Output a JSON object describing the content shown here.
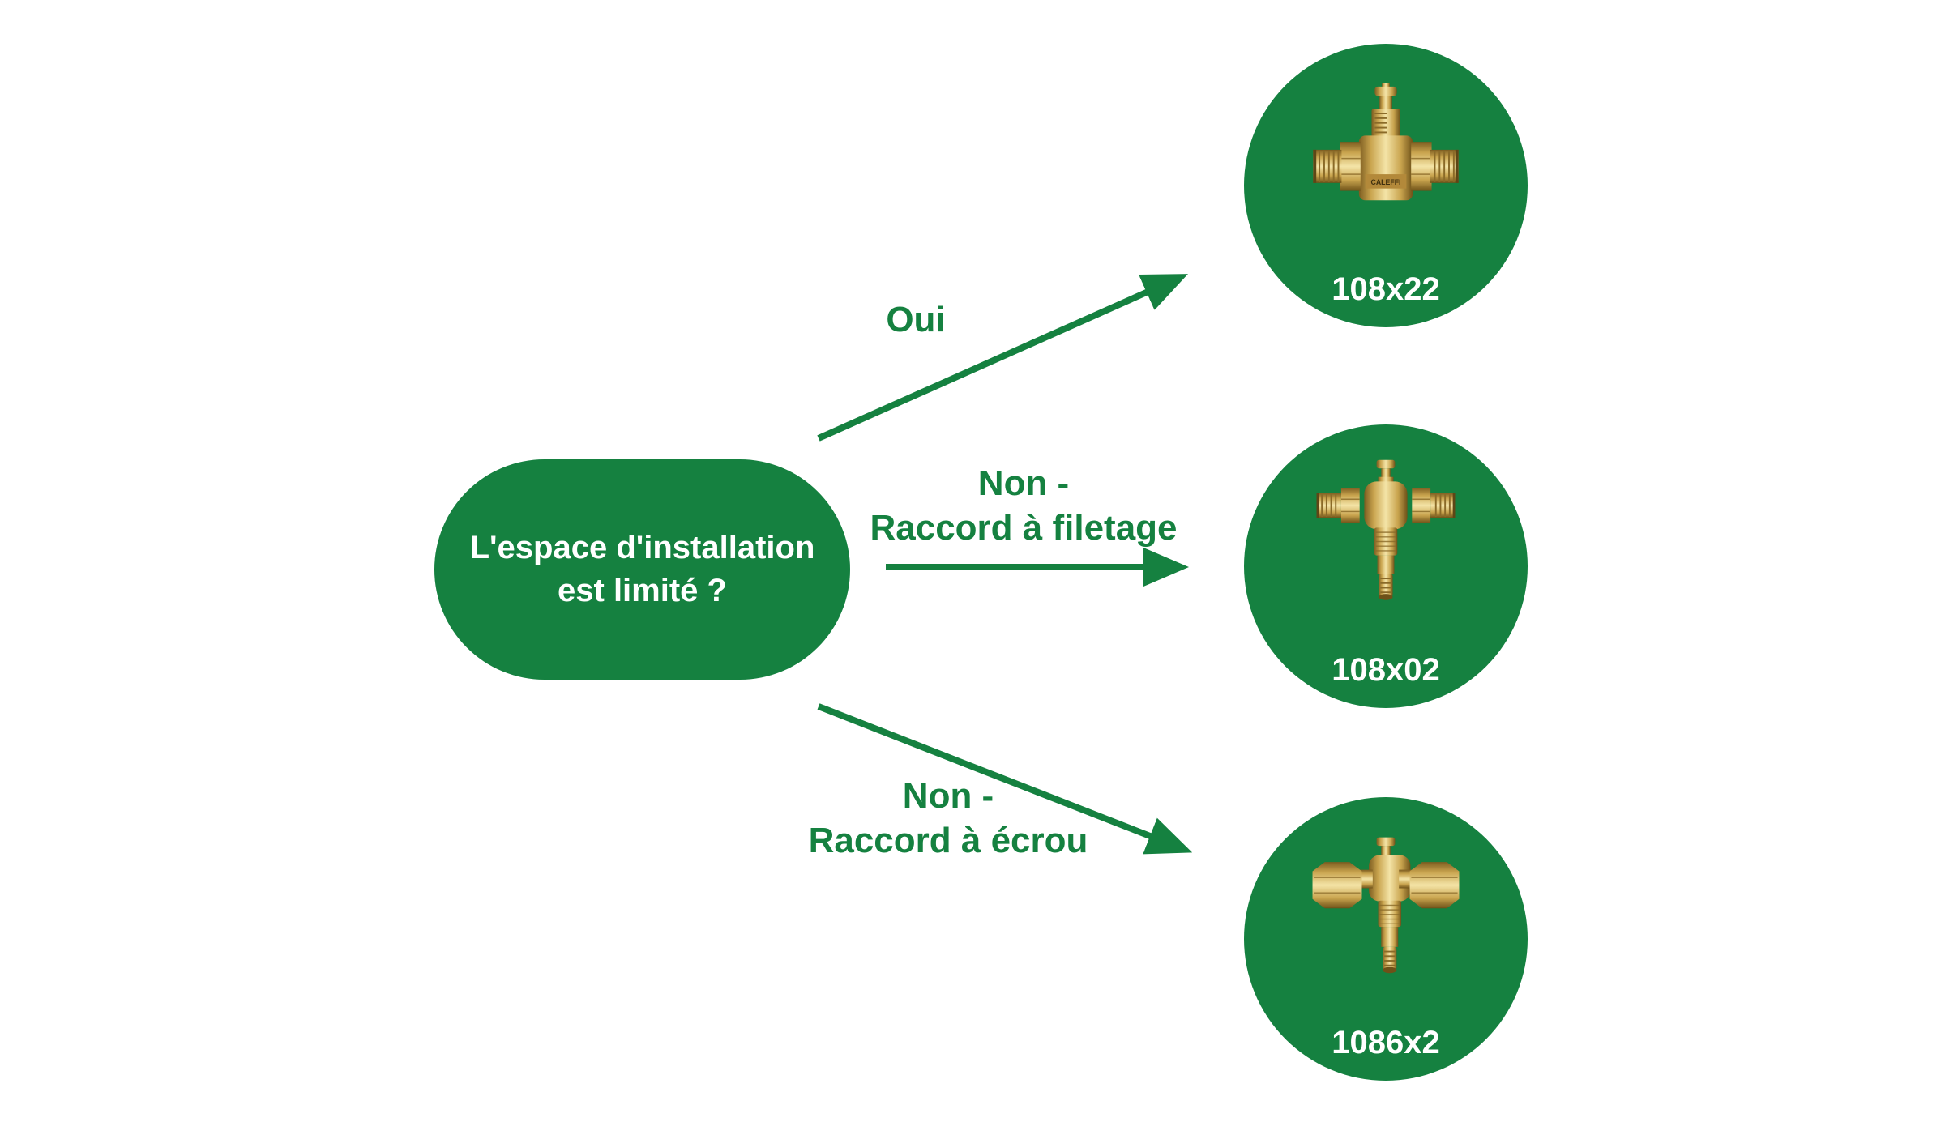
{
  "colors": {
    "green": "#158140",
    "text_on_green": "#ffffff",
    "brass": "#c9a44e"
  },
  "question": {
    "text": "L'espace d'installation\nest limité ?"
  },
  "branches": [
    {
      "answer": "Oui",
      "product_code": "108x22",
      "icon": "brass-compact-reducing-valve-icon"
    },
    {
      "answer": "Non -\nRaccord à filetage",
      "product_code": "108x02",
      "icon": "brass-threaded-valve-icon"
    },
    {
      "answer": "Non -\nRaccord à écrou",
      "product_code": "1086x2",
      "icon": "brass-nut-valve-icon"
    }
  ]
}
